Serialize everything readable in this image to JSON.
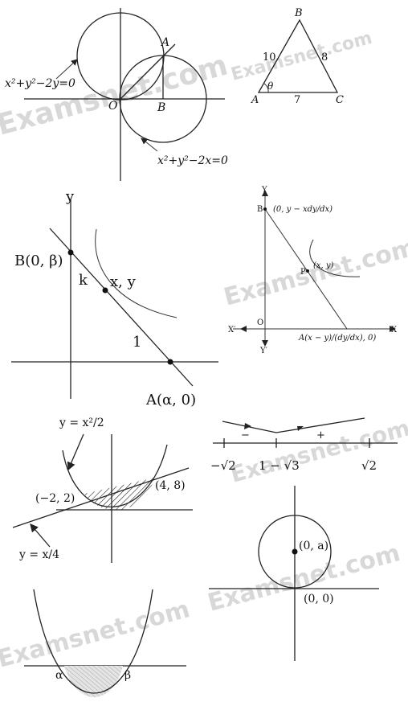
{
  "watermark": "Examsnet.com",
  "panel1": {
    "circle_left_eq": "x²+y²−2y=0",
    "circle_right_eq": "x²+y²−2x=0",
    "point_a": "A",
    "point_o": "O",
    "point_b": "B"
  },
  "panel2": {
    "vertex_b": "B",
    "vertex_a": "A",
    "vertex_c": "C",
    "side_ab": "10",
    "side_bc": "8",
    "side_ac": "7",
    "angle": "θ"
  },
  "panel3": {
    "axis_y": "y",
    "point_b": "B(0, β)",
    "point_p": "x, y",
    "point_a": "A(α, 0)",
    "seg_k": "k",
    "seg_1": "1"
  },
  "panel4": {
    "axis_y": "Y",
    "axis_y_neg": "Y′",
    "axis_x": "X",
    "axis_x_neg": "X′",
    "origin": "O",
    "point_b": "B",
    "point_b_coord": "(0, y − xdy/dx)",
    "point_p": "P",
    "point_p_coord": "(x, y)",
    "point_a_coord": "A(x − y)/(dy/dx), 0)"
  },
  "panel5": {
    "parabola_eq": "y = x²/2",
    "line_eq": "y = x/4",
    "pt_left": "(−2, 2)",
    "pt_right": "(4, 8)"
  },
  "panel6": {
    "tick_1": "−√2",
    "tick_2": "1 − √3",
    "tick_3": "√2",
    "sign_minus": "−",
    "sign_plus": "+"
  },
  "panel7": {
    "center": "(0, a)",
    "origin": "(0, 0)"
  },
  "panel8": {
    "root_alpha": "α",
    "root_beta": "β"
  }
}
